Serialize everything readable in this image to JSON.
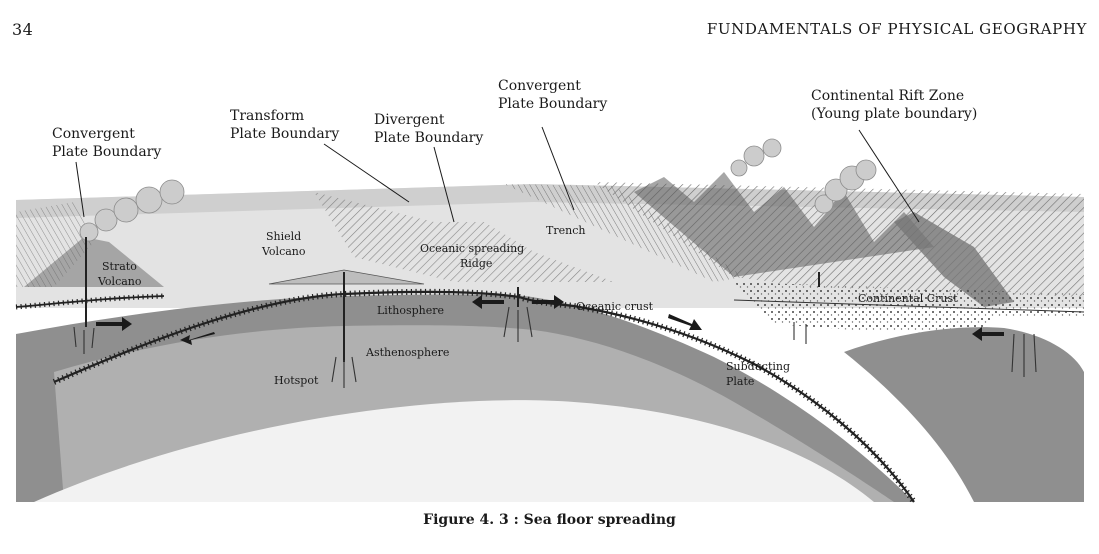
{
  "header": {
    "page_number": "34",
    "running_title": "FUNDAMENTALS OF PHYSICAL GEOGRAPHY"
  },
  "figure": {
    "caption": "Figure 4. 3 : Sea floor spreading",
    "labels": {
      "convergent_left_1": "Convergent",
      "convergent_left_2": "Plate Boundary",
      "transform_1": "Transform",
      "transform_2": "Plate Boundary",
      "divergent_1": "Divergent",
      "divergent_2": "Plate Boundary",
      "convergent_right_1": "Convergent",
      "convergent_right_2": "Plate Boundary",
      "rift_1": "Continental Rift Zone",
      "rift_2": "(Young plate boundary)",
      "shield_1": "Shield",
      "shield_2": "Volcano",
      "strato_1": "Strato",
      "strato_2": "Volcano",
      "spreading_1": "Oceanic spreading",
      "spreading_2": "Ridge",
      "trench": "Trench",
      "lithosphere": "Lithosphere",
      "oceanic_crust": "Oceanic crust",
      "continental_crust": "Continental Crust",
      "asthenosphere": "Asthenosphere",
      "hotspot": "Hotspot",
      "subducting_1": "Subducting",
      "subducting_2": "Plate"
    }
  }
}
